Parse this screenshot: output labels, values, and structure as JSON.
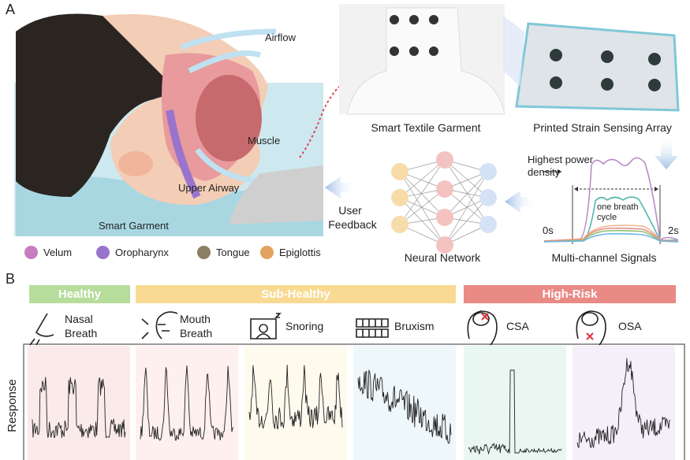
{
  "panel_a": {
    "letter": "A",
    "anatomy_labels": {
      "airflow": "Airflow",
      "muscle": "Muscle",
      "upper_airway": "Upper Airway",
      "smart_garment": "Smart Garment"
    },
    "legend": [
      {
        "label": "Velum",
        "color": "#c97cc0"
      },
      {
        "label": "Oropharynx",
        "color": "#9a74cc"
      },
      {
        "label": "Tongue",
        "color": "#8b7f66"
      },
      {
        "label": "Epiglottis",
        "color": "#e2a35e"
      }
    ],
    "garment_caption": "Smart Textile Garment",
    "array_caption": "Printed Strain Sensing Array",
    "signals": {
      "caption": "Multi-channel Signals",
      "annotation": "Highest power density",
      "annotation_line1": "Highest power",
      "annotation_line2": "density",
      "cycle_line1": "one breath",
      "cycle_line2": "cycle",
      "t_start": "0s",
      "t_end": "2s",
      "channel_colors": [
        "#b98ac9",
        "#4fb6ae",
        "#f0b58a",
        "#e58f8a",
        "#8fc26f",
        "#6fb6e3"
      ]
    },
    "network_caption": "Neural Network",
    "feedback_line1": "User",
    "feedback_line2": "Feedback"
  },
  "panel_b": {
    "letter": "B",
    "categories": [
      {
        "label": "Healthy",
        "color": "#b6dd9b"
      },
      {
        "label": "Sub-Healthy",
        "color": "#f8da92"
      },
      {
        "label": "High-Risk",
        "color": "#e98a85"
      }
    ],
    "conditions": [
      {
        "line1": "Nasal",
        "line2": "Breath",
        "icon": "nose-icon",
        "bg": "#fbeaea"
      },
      {
        "line1": "Mouth",
        "line2": "Breath",
        "icon": "head-mouth-icon",
        "bg": "#fdf0ee"
      },
      {
        "line1": "Snoring",
        "line2": "",
        "icon": "snoring-icon",
        "bg": "#fffaee"
      },
      {
        "line1": "Bruxism",
        "line2": "",
        "icon": "teeth-icon",
        "bg": "#eef8fb"
      },
      {
        "line1": "CSA",
        "line2": "",
        "icon": "brain-x-icon",
        "bg": "#e9f6f1"
      },
      {
        "line1": "OSA",
        "line2": "",
        "icon": "airway-x-icon",
        "bg": "#f4eff9"
      }
    ],
    "y_label": "Response"
  }
}
